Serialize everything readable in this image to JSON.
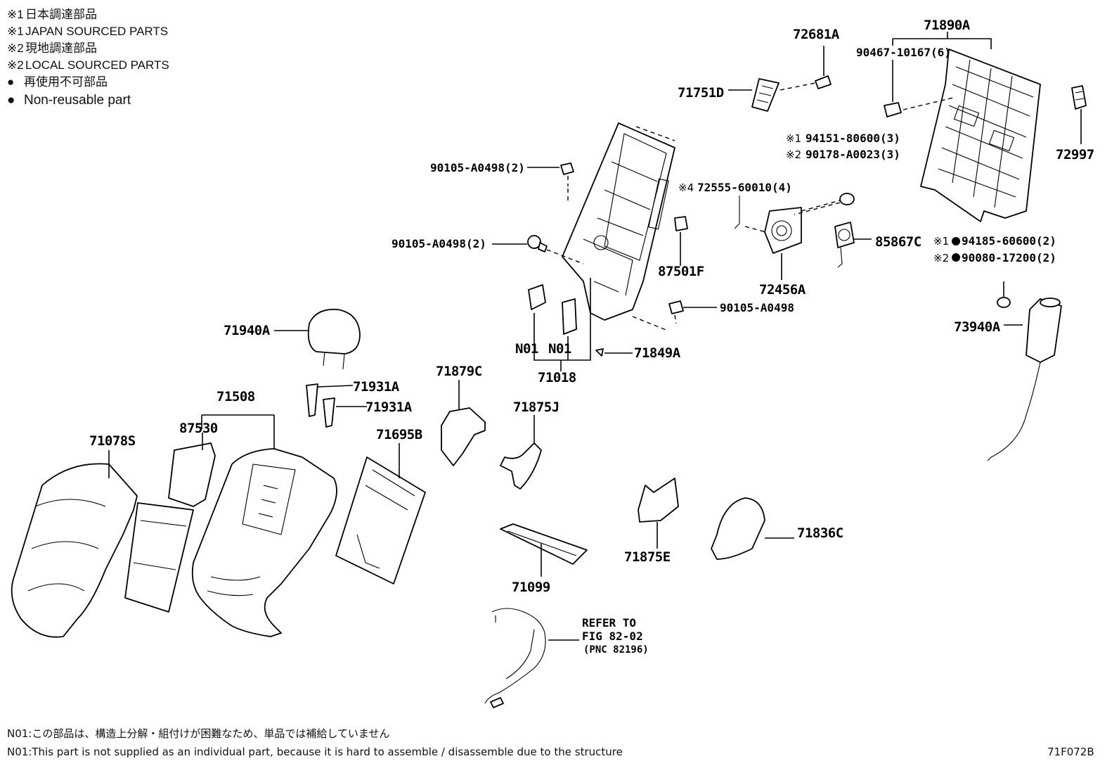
{
  "legend": [
    {
      "mark": "※1",
      "text": "日本調達部品"
    },
    {
      "mark": "※1",
      "text": "JAPAN SOURCED PARTS"
    },
    {
      "mark": "※2",
      "text": "現地調達部品"
    },
    {
      "mark": "※2",
      "text": "LOCAL SOURCED PARTS"
    },
    {
      "mark": "●",
      "text": "再使用不可部品"
    },
    {
      "mark": "●",
      "text": "Non-reusable part"
    }
  ],
  "parts": {
    "p71890A": "71890A",
    "p72681A": "72681A",
    "p90467": "90467-10167(6)",
    "p71751D": "71751D",
    "p72997": "72997",
    "p94151_mark": "※1",
    "p94151": "94151-80600(3)",
    "p90178_mark": "※2",
    "p90178": "90178-A0023(3)",
    "p90105a": "90105-A0498(2)",
    "p72555_mark": "※4",
    "p72555": "72555-60010(4)",
    "p90105b": "90105-A0498(2)",
    "p85867C": "85867C",
    "p94185_mark": "※1",
    "p94185": "94185-60600(2)",
    "p90080_mark": "※2",
    "p90080": "90080-17200(2)",
    "p87501F": "87501F",
    "p72456A": "72456A",
    "p90105c": "90105-A0498",
    "p73940A": "73940A",
    "p71940A": "71940A",
    "p71849A": "71849A",
    "pN01a": "N01",
    "pN01b": "N01",
    "p71018": "71018",
    "p71879C": "71879C",
    "p71931A_1": "71931A",
    "p71931A_2": "71931A",
    "p71508": "71508",
    "p87530": "87530",
    "p71078S": "71078S",
    "p71695B": "71695B",
    "p71875J": "71875J",
    "p71836C": "71836C",
    "p71875E": "71875E",
    "p71099": "71099",
    "refer1": "REFER TO",
    "refer2": "FIG 82-02",
    "refer3": "(PNC 82196)"
  },
  "notes": {
    "jp": "N01:この部品は、構造上分解・組付けが困難なため、単品では補給していません",
    "en": "N01:This part is not supplied as an individual part, because it is hard to assemble / disassemble due to the structure"
  },
  "figure_id": "71F072B"
}
